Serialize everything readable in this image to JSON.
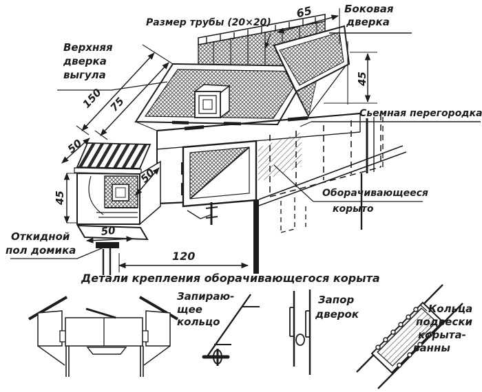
{
  "figure": {
    "ink": "#1c1c1c",
    "bg": "#ffffff"
  },
  "labels": {
    "pipe_size": "Размер трубы (20×20)",
    "side_door_1": "Боковая",
    "side_door_2": "дверка",
    "top_run_door_1": "Верхняя",
    "top_run_door_2": "дверка",
    "top_run_door_3": "выгула",
    "removable_partition": "Сьемная перегородка",
    "turning_trough_1": "Оборачивающееся",
    "turning_trough_2": "корыто",
    "folding_floor_1": "Откидной",
    "folding_floor_2": "пол домика"
  },
  "dimensions": {
    "top_width": "65",
    "side_height": "45",
    "run_length": "150",
    "run_door_length": "75",
    "house_top": "50",
    "house_depth": "50",
    "house_height": "45",
    "house_floor": "50",
    "cage_length": "120"
  },
  "details": {
    "section_title": "Детали крепления оборачивающегося корыта",
    "locking_ring_1": "Запираю-",
    "locking_ring_2": "щее",
    "locking_ring_3": "кольцо",
    "door_latch_1": "Запор",
    "door_latch_2": "дверок",
    "trough_rings_1": "Кольца",
    "trough_rings_2": "подвески",
    "trough_rings_3": "корыта-",
    "trough_rings_4": "ванны"
  }
}
